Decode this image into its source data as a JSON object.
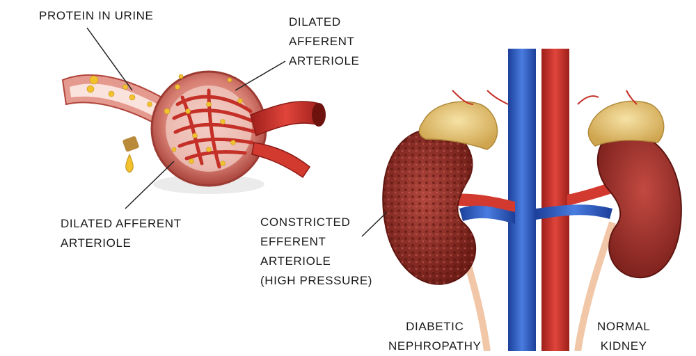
{
  "labels": {
    "protein_in_urine": "PROTEIN IN URINE",
    "dilated_afferent_top": [
      "DILATED",
      "AFFERENT",
      "ARTERIOLE"
    ],
    "dilated_afferent_bottom": [
      "DILATED AFFERENT",
      "ARTERIOLE"
    ],
    "constricted_efferent": [
      "CONSTRICTED",
      "EFFERENT",
      "ARTERIOLE",
      "(HIGH PRESSURE)"
    ],
    "diabetic_nephropathy": [
      "DIABETIC",
      "NEPHROPATHY"
    ],
    "normal_kidney": [
      "NORMAL",
      "KIDNEY"
    ]
  },
  "colors": {
    "artery": "#c8322c",
    "vein": "#2f5fc8",
    "capsule": "#c96a62",
    "protein": "#f2c12e",
    "adrenal": "#e9c77a",
    "diseased_kidney": "#8e2a22",
    "normal_kidney": "#9a2b27"
  }
}
